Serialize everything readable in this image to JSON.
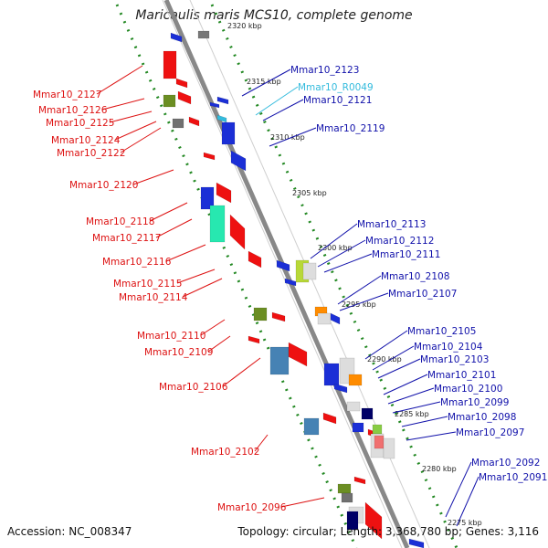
{
  "title": "Maricaulis maris MCS10, complete genome",
  "footer": {
    "accession": "Accession: NC_008347",
    "summary": "Topology: circular; Length: 3,368,780 bp; Genes: 3,116"
  },
  "colors": {
    "left_label": "#dd1111",
    "right_label": "#1111aa",
    "rna_label": "#33bbdd",
    "backbone": "#888888",
    "tick": "#228822"
  },
  "kbp_labels": [
    "2320 kbp",
    "2315 kbp",
    "2310 kbp",
    "2305 kbp",
    "2300 kbp",
    "2295 kbp",
    "2290 kbp",
    "2285 kbp",
    "2280 kbp",
    "2275 kbp"
  ],
  "left_labels": [
    "Mmar10_2127",
    "Mmar10_2126",
    "Mmar10_2125",
    "Mmar10_2124",
    "Mmar10_2122",
    "Mmar10_2120",
    "Mmar10_2118",
    "Mmar10_2117",
    "Mmar10_2116",
    "Mmar10_2115",
    "Mmar10_2114",
    "Mmar10_2110",
    "Mmar10_2109",
    "Mmar10_2106",
    "Mmar10_2102",
    "Mmar10_2096"
  ],
  "right_labels": [
    "Mmar10_2123",
    "Mmar10_R0049",
    "Mmar10_2121",
    "Mmar10_2119",
    "Mmar10_2113",
    "Mmar10_2112",
    "Mmar10_2111",
    "Mmar10_2108",
    "Mmar10_2107",
    "Mmar10_2105",
    "Mmar10_2104",
    "Mmar10_2103",
    "Mmar10_2101",
    "Mmar10_2100",
    "Mmar10_2099",
    "Mmar10_2098",
    "Mmar10_2097",
    "Mmar10_2092",
    "Mmar10_2091"
  ]
}
